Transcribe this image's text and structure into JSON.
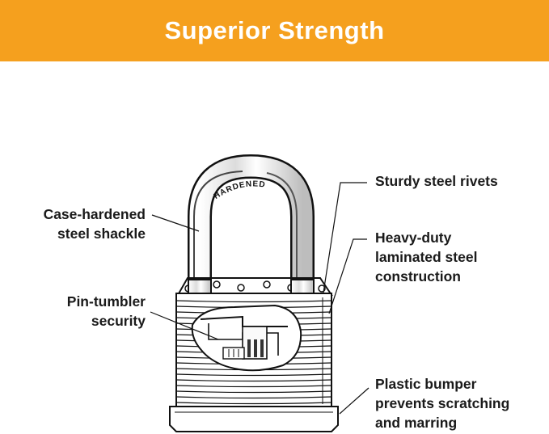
{
  "banner": {
    "title": "Superior Strength",
    "background": "#f5a01e",
    "text_color": "#ffffff"
  },
  "lock": {
    "shackle_engraving": "HARDENED"
  },
  "callouts": {
    "shackle": {
      "line1": "Case-hardened",
      "line2": "steel shackle"
    },
    "pin_tumbler": {
      "line1": "Pin-tumbler",
      "line2": "security"
    },
    "rivets": {
      "line1": "Sturdy steel rivets"
    },
    "laminated": {
      "line1": "Heavy-duty",
      "line2": "laminated steel",
      "line3": "construction"
    },
    "bumper": {
      "line1": "Plastic bumper",
      "line2": "prevents scratching",
      "line3": "and marring"
    }
  }
}
